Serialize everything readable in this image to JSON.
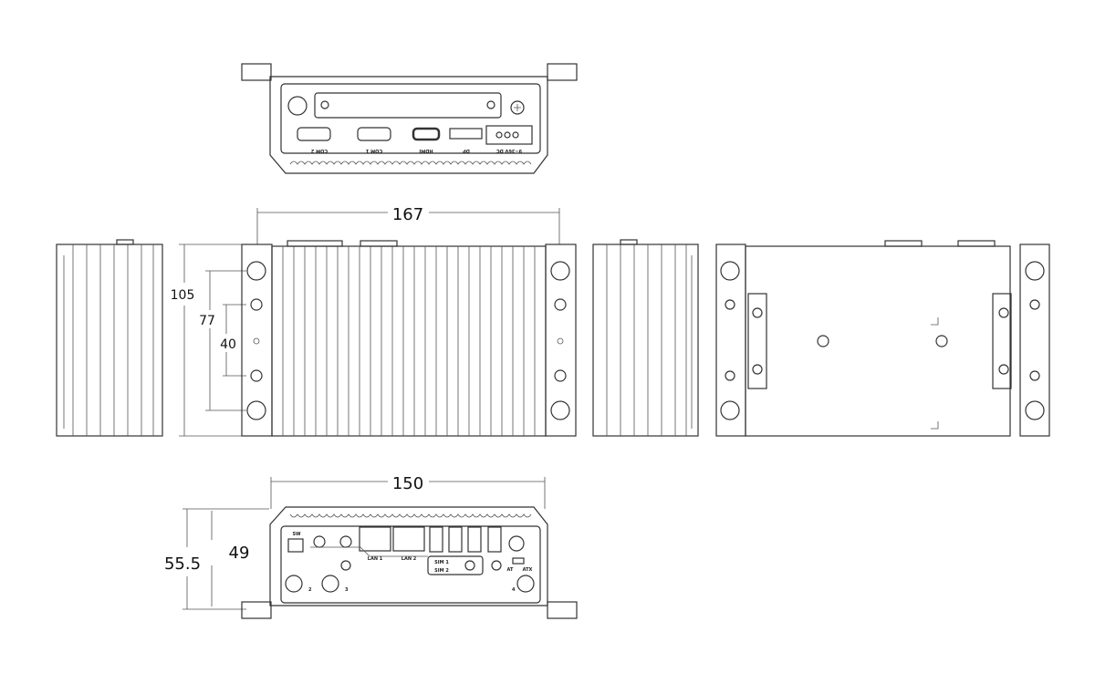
{
  "dimensions": {
    "width": "167",
    "height": "105",
    "hole_span": "77",
    "hole_inner": "40",
    "front_width": "150",
    "front_height_total": "55.5",
    "front_height_body": "49"
  },
  "rear_panel": {
    "labels": [
      "COM 2",
      "COM 1",
      "HDMI",
      "DP",
      "9~36V DC"
    ]
  },
  "front_panel": {
    "sw": "SW",
    "lan1": "LAN 1",
    "lan2": "LAN 2",
    "sim1": "SIM 1",
    "sim2": "SIM 2",
    "at": "AT",
    "atx": "ATX",
    "ant2": "2",
    "ant3": "3",
    "ant4": "4"
  },
  "colors": {
    "line": "#333333",
    "background": "#ffffff"
  }
}
